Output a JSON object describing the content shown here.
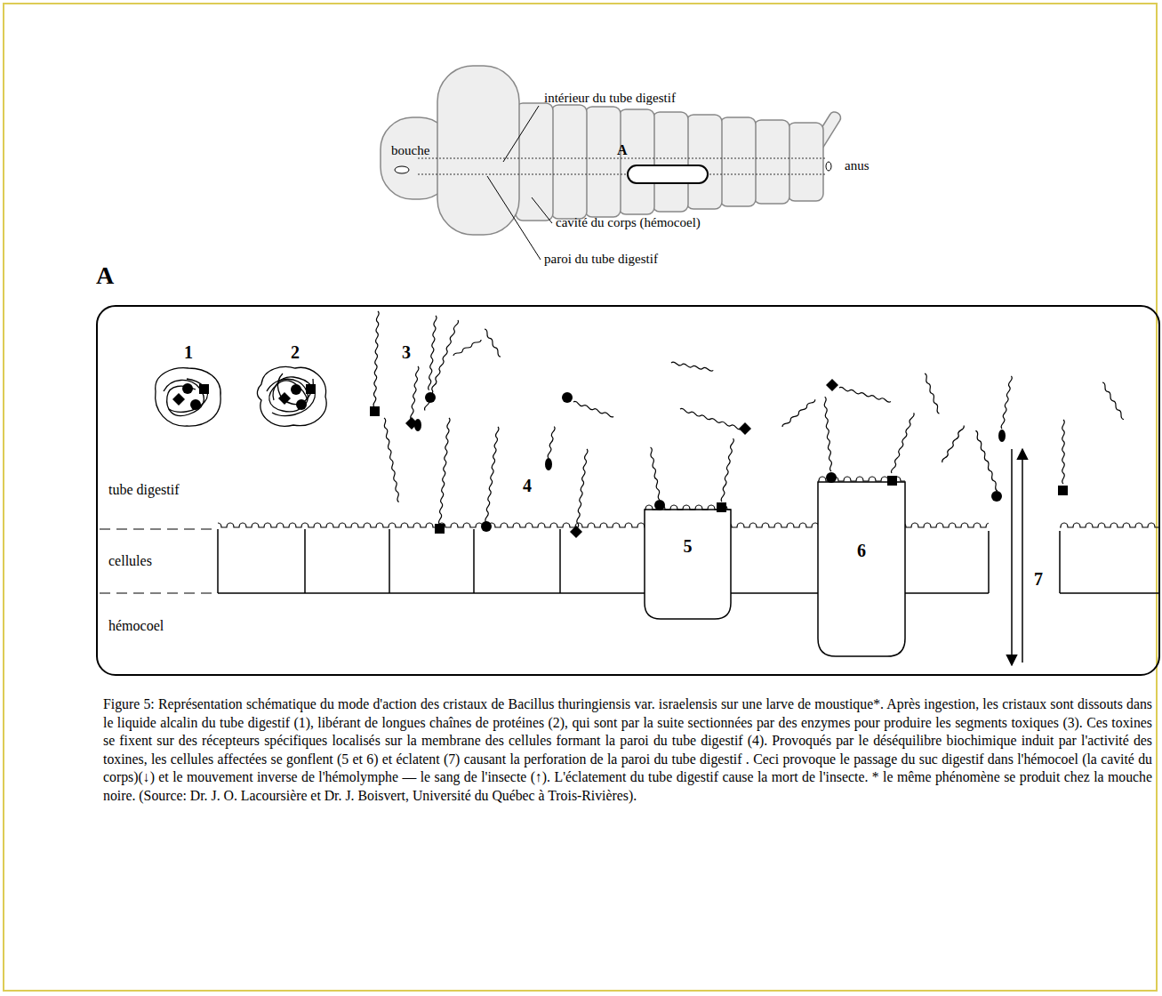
{
  "diagram": {
    "caption": "Figure 5: Représentation schématique du mode d'action des cristaux de Bacillus thuringiensis var. israelensis sur une larve de moustique*. Après ingestion, les cristaux sont dissouts dans le liquide alcalin du tube digestif (1), libérant de longues chaînes de protéines (2), qui sont par la suite sectionnées par des enzymes pour produire les segments toxiques (3). Ces toxines se fixent sur des récepteurs spécifiques localisés sur la membrane des cellules formant la paroi du tube digestif (4). Provoqués par le déséquilibre biochimique induit par l'activité des toxines, les cellules affectées se gonflent (5 et 6) et éclatent (7) causant la perforation de la paroi du tube digestif . Ceci provoque le passage du suc digestif dans l'hémocoel (la cavité du corps)(↓) et le mouvement inverse de l'hémolymphe — le sang de l'insecte (↑). L'éclatement du tube digestif cause la mort de l'insecte. * le même phénomène se produit chez la mouche noire. (Source: Dr. J. O. Lacoursière et Dr. J. Boisvert, Université du Québec à Trois-Rivières).",
    "nodes": [
      {
        "text": [
          "1",
          "2",
          "3",
          "tube digestif",
          "4",
          "cellules",
          "hémocoel",
          "7"
        ]
      },
      {
        "text": [
          "5"
        ],
        "in": 0
      },
      {
        "text": [
          "6"
        ],
        "in": 0
      }
    ],
    "labels": [
      "intérieur du tube digestif",
      "bouche",
      "A",
      "anus",
      "cavité du corps (hémocoel)",
      "paroi du tube digestif",
      "A"
    ]
  }
}
